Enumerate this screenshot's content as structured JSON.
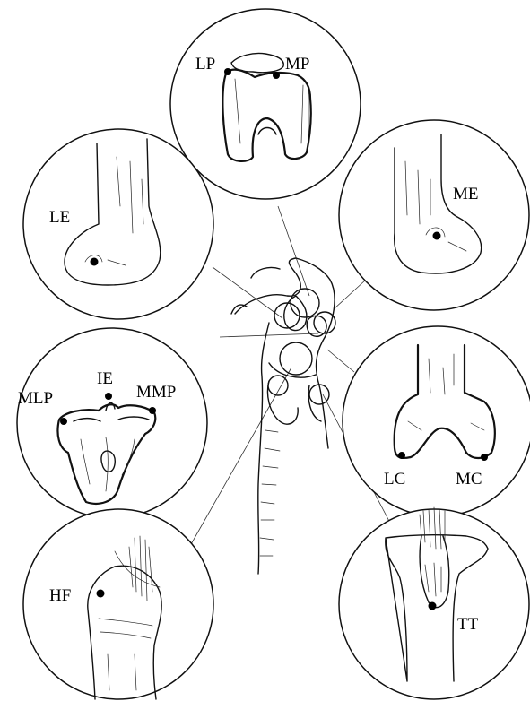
{
  "labels": {
    "lp": "LP",
    "mp": "MP",
    "le": "LE",
    "me": "ME",
    "ie": "IE",
    "mlp": "MLP",
    "mmp": "MMP",
    "lc": "LC",
    "mc": "MC",
    "hf": "HF",
    "tt": "TT"
  }
}
